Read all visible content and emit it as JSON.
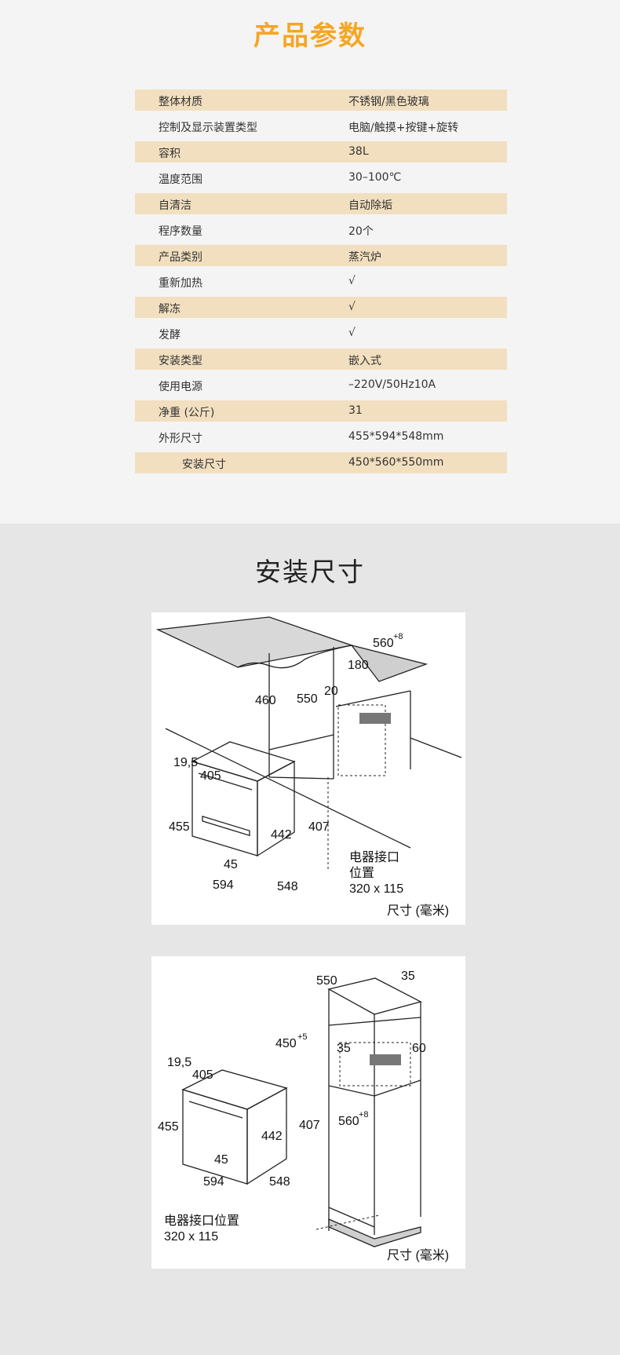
{
  "spec": {
    "title": "产品参数",
    "rows": [
      {
        "k": "整体材质",
        "v": "不锈钢/黑色玻璃"
      },
      {
        "k": "控制及显示装置类型",
        "v": "电脑/触摸+按键+旋转"
      },
      {
        "k": "容积",
        "v": "38L"
      },
      {
        "k": "温度范围",
        "v": "30–100℃"
      },
      {
        "k": "自清洁",
        "v": "自动除垢"
      },
      {
        "k": "程序数量",
        "v": "20个"
      },
      {
        "k": "产品类别",
        "v": "蒸汽炉"
      },
      {
        "k": "重新加热",
        "v": "√"
      },
      {
        "k": "解冻",
        "v": "√"
      },
      {
        "k": "发酵",
        "v": "√"
      },
      {
        "k": "安装类型",
        "v": "嵌入式"
      },
      {
        "k": "使用电源",
        "v": "–220V/50Hz10A"
      },
      {
        "k": "净重 (公斤)",
        "v": "31"
      },
      {
        "k": "外形尺寸",
        "v": "455*594*548mm"
      },
      {
        "k": "安装尺寸",
        "v": "450*560*550mm"
      }
    ]
  },
  "install": {
    "title": "安装尺寸",
    "d1": {
      "w560": "560",
      "sup8": "+8",
      "d180": "180",
      "d20": "20",
      "d460": "460",
      "d550": "550",
      "d19": "19,5",
      "d405": "405",
      "d455": "455",
      "d442": "442",
      "d407": "407",
      "d45": "45",
      "d594": "594",
      "d548": "548",
      "conn1": "电器接口",
      "conn2": "位置",
      "conn3": "320 x 115",
      "unit": "尺寸 (毫米)"
    },
    "d2": {
      "d550": "550",
      "d35a": "35",
      "d450": "450",
      "sup5": "+5",
      "d35b": "35",
      "d60": "60",
      "d560": "560",
      "sup8": "+8",
      "d19": "19,5",
      "d405": "405",
      "d455": "455",
      "d442": "442",
      "d407": "407",
      "d45": "45",
      "d594": "594",
      "d548": "548",
      "conn1": "电器接口位置",
      "conn2": "320 x 115",
      "unit": "尺寸 (毫米)"
    }
  }
}
